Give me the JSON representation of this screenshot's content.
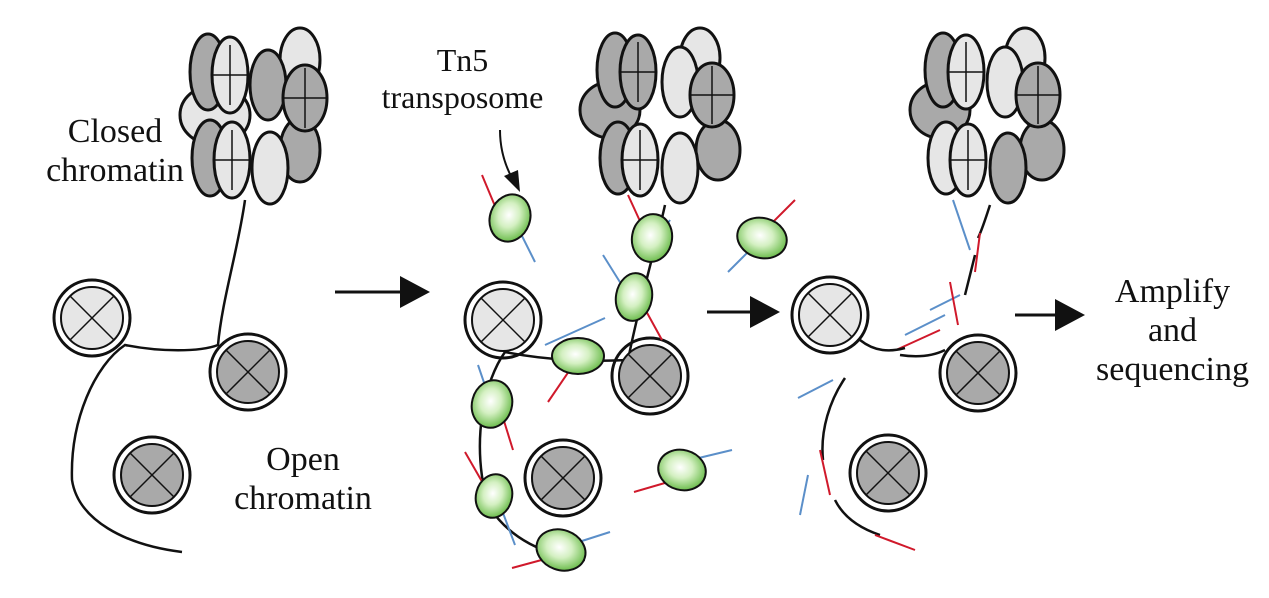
{
  "labels": {
    "closed": [
      "Closed",
      "chromatin"
    ],
    "open": [
      "Open",
      "chromatin"
    ],
    "tn5": [
      "Tn5",
      "transposome"
    ],
    "amplify": [
      "Amplify",
      "and",
      "sequencing"
    ]
  },
  "colors": {
    "light_histone": "#e6e6e6",
    "dark_histone": "#a9a9a9",
    "adapter_red": "#d0192b",
    "adapter_blue": "#5b8fc9",
    "tn5_green": "#5fb838"
  }
}
